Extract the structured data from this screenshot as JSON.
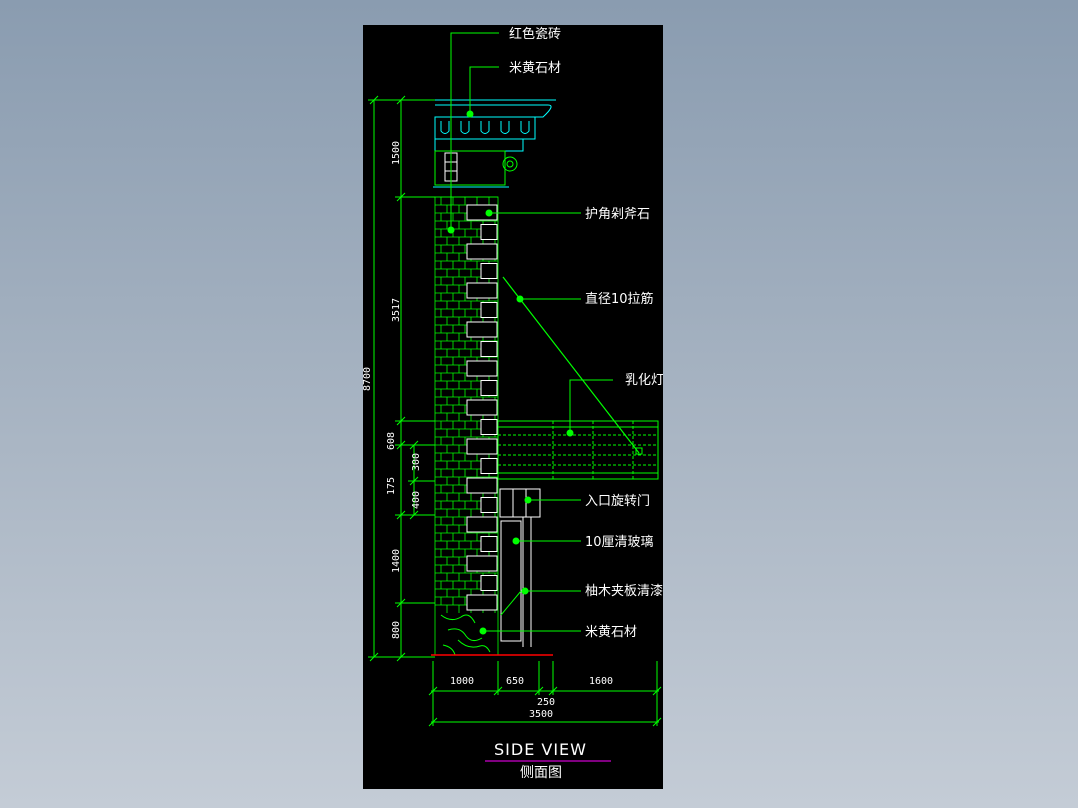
{
  "drawing": {
    "title": "SIDE VIEW",
    "subtitle": "侧面图"
  },
  "labels": {
    "red_tile": "红色瓷砖",
    "beige_stone_top": "米黄石材",
    "corner_stone": "护角剁斧石",
    "tie_bar": "直径10拉筋",
    "canopy": "乳化灯片雨棚",
    "revolving_door": "入口旋转门",
    "clear_glass": "10厘清玻璃",
    "teak_panel": "柚木夹板清漆",
    "beige_stone_bottom": "米黄石材"
  },
  "dimensions": {
    "vertical_outer": [
      "8700"
    ],
    "vertical_inner": [
      "1500",
      "3517",
      "608",
      "175",
      "1400",
      "800"
    ],
    "vertical_small": [
      "300",
      "400"
    ],
    "horizontal_top": [
      "1000",
      "650",
      "1600"
    ],
    "horizontal_mid": "250",
    "horizontal_total": "3500"
  },
  "colors": {
    "linework": "#00ff00",
    "text": "#ffffff",
    "cyan": "#00ffff",
    "underline": "#ff00ff",
    "ground": "#ff0000"
  }
}
